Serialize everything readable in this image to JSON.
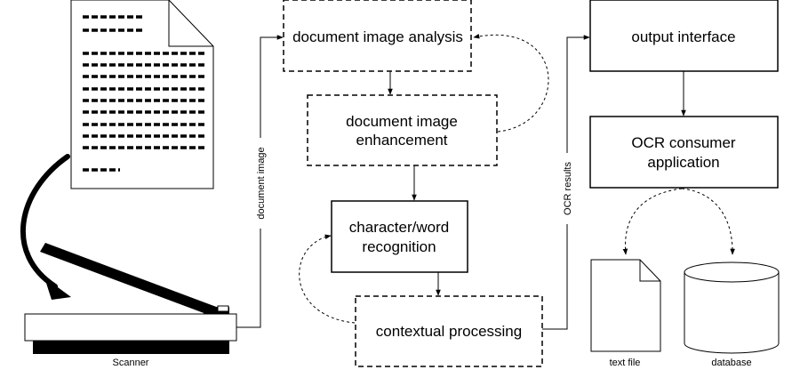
{
  "boxes": {
    "document_image_analysis": {
      "label": "document image analysis",
      "style": "dashed"
    },
    "document_image_enhancement": {
      "lines": [
        "document image",
        "enhancement"
      ],
      "style": "dashed"
    },
    "character_word_recognition": {
      "lines": [
        "character/word",
        "recognition"
      ],
      "style": "solid"
    },
    "contextual_processing": {
      "label": "contextual processing",
      "style": "dashed"
    },
    "output_interface": {
      "label": "output interface",
      "style": "solid"
    },
    "ocr_consumer_application": {
      "lines": [
        "OCR consumer",
        "application"
      ],
      "style": "solid"
    }
  },
  "connectors": {
    "document_image": "document image",
    "ocr_results": "OCR results"
  },
  "devices": {
    "scanner": "Scanner",
    "text_file": "text file",
    "database": "database"
  },
  "icons": [
    "document-page-icon",
    "curved-arrow-icon",
    "scanner-icon",
    "text-file-icon",
    "database-icon"
  ]
}
